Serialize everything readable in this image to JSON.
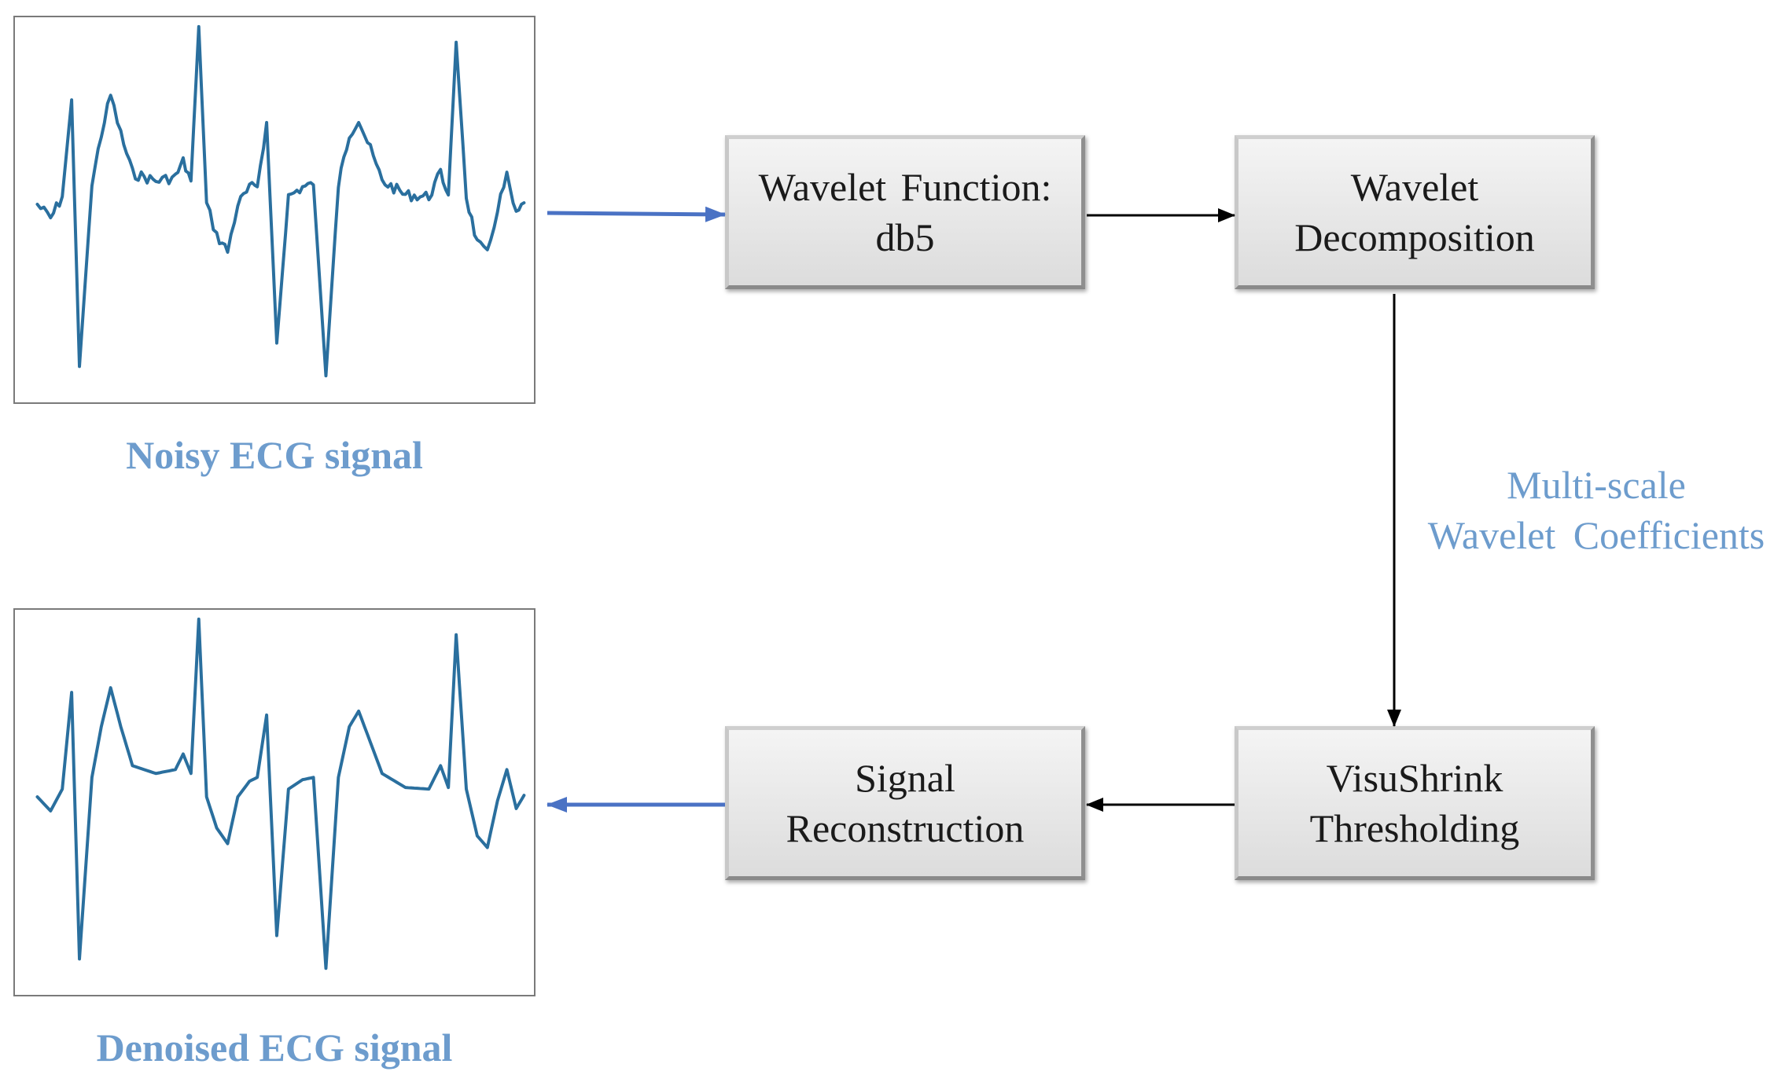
{
  "captions": {
    "noisy": "Noisy ECG signal",
    "denoised": "Denoised ECG signal"
  },
  "boxes": {
    "wavelet_function": {
      "line1": "Wavelet Function:",
      "line2": "db5"
    },
    "wavelet_decomposition": {
      "line1": "Wavelet",
      "line2": "Decomposition"
    },
    "visushrink": {
      "line1": "VisuShrink",
      "line2": "Thresholding"
    },
    "signal_reconstruction": {
      "line1": "Signal",
      "line2": "Reconstruction"
    }
  },
  "edge_label": {
    "line1": "Multi-scale",
    "line2": "Wavelet Coefficients"
  },
  "colors": {
    "signal_line": "#2a6f9e",
    "caption_text": "#6d9ccd",
    "flow_arrow": "#4a72c4",
    "connector": "#000000"
  }
}
